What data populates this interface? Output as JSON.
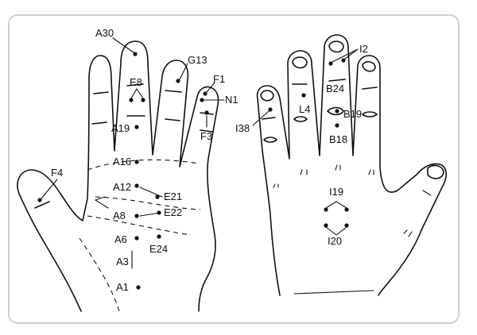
{
  "palm_labels": {
    "A30": "A30",
    "E8": "E8",
    "G13": "G13",
    "F1": "F1",
    "N1": "N1",
    "A19": "A19",
    "F3": "F3",
    "A16": "A16",
    "F4": "F4",
    "A12": "A12",
    "E21": "E21",
    "E22": "E22",
    "A8": "A8",
    "A6": "A6",
    "E24": "E24",
    "A3": "A3",
    "A1": "A1"
  },
  "back_labels": {
    "I2": "I2",
    "B24": "B24",
    "L4": "L4",
    "B19": "B19",
    "I38": "I38",
    "B18": "B18",
    "I19": "I19",
    "I20": "I20"
  }
}
